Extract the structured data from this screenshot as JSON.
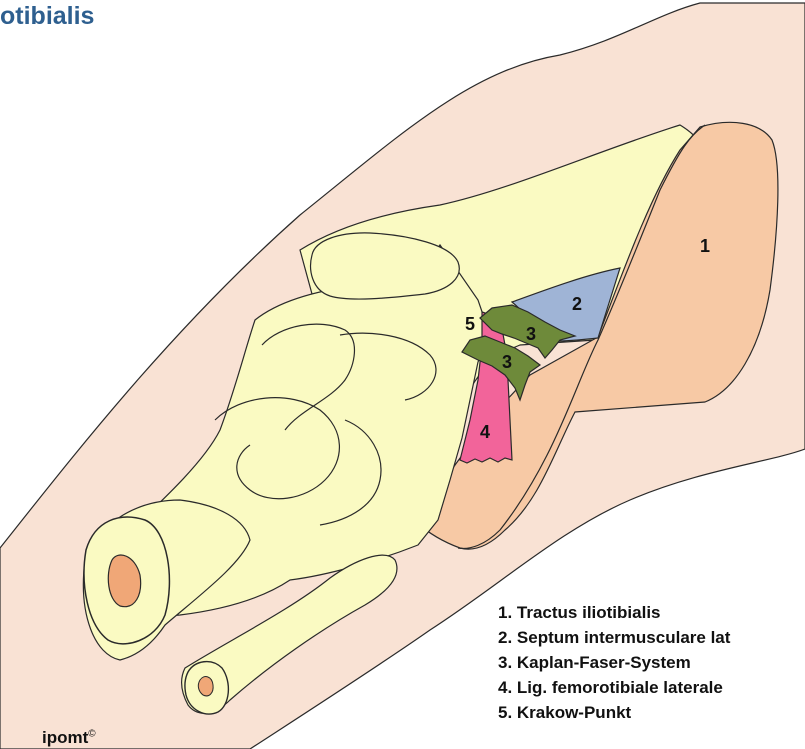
{
  "title": "otibialis",
  "colors": {
    "skin": "#f9e2d4",
    "bone": "#fafac2",
    "tractus": "#f7c9a5",
    "septum": "#9fb4d6",
    "kaplan": "#6e8a3a",
    "ligament": "#f2649a",
    "marrow": "#f0a777",
    "title": "#2e5f8f"
  },
  "diagram": {
    "labels": {
      "n1": "1",
      "n2": "2",
      "n3a": "3",
      "n3b": "3",
      "n4": "4",
      "n5": "5"
    }
  },
  "legend": [
    "1. Tractus iliotibialis",
    "2. Septum intermusculare lat",
    "3. Kaplan-Faser-System",
    "4. Lig. femorotibiale laterale",
    "5. Krakow-Punkt"
  ],
  "logo": {
    "text": "ipomt",
    "mark": "©"
  }
}
